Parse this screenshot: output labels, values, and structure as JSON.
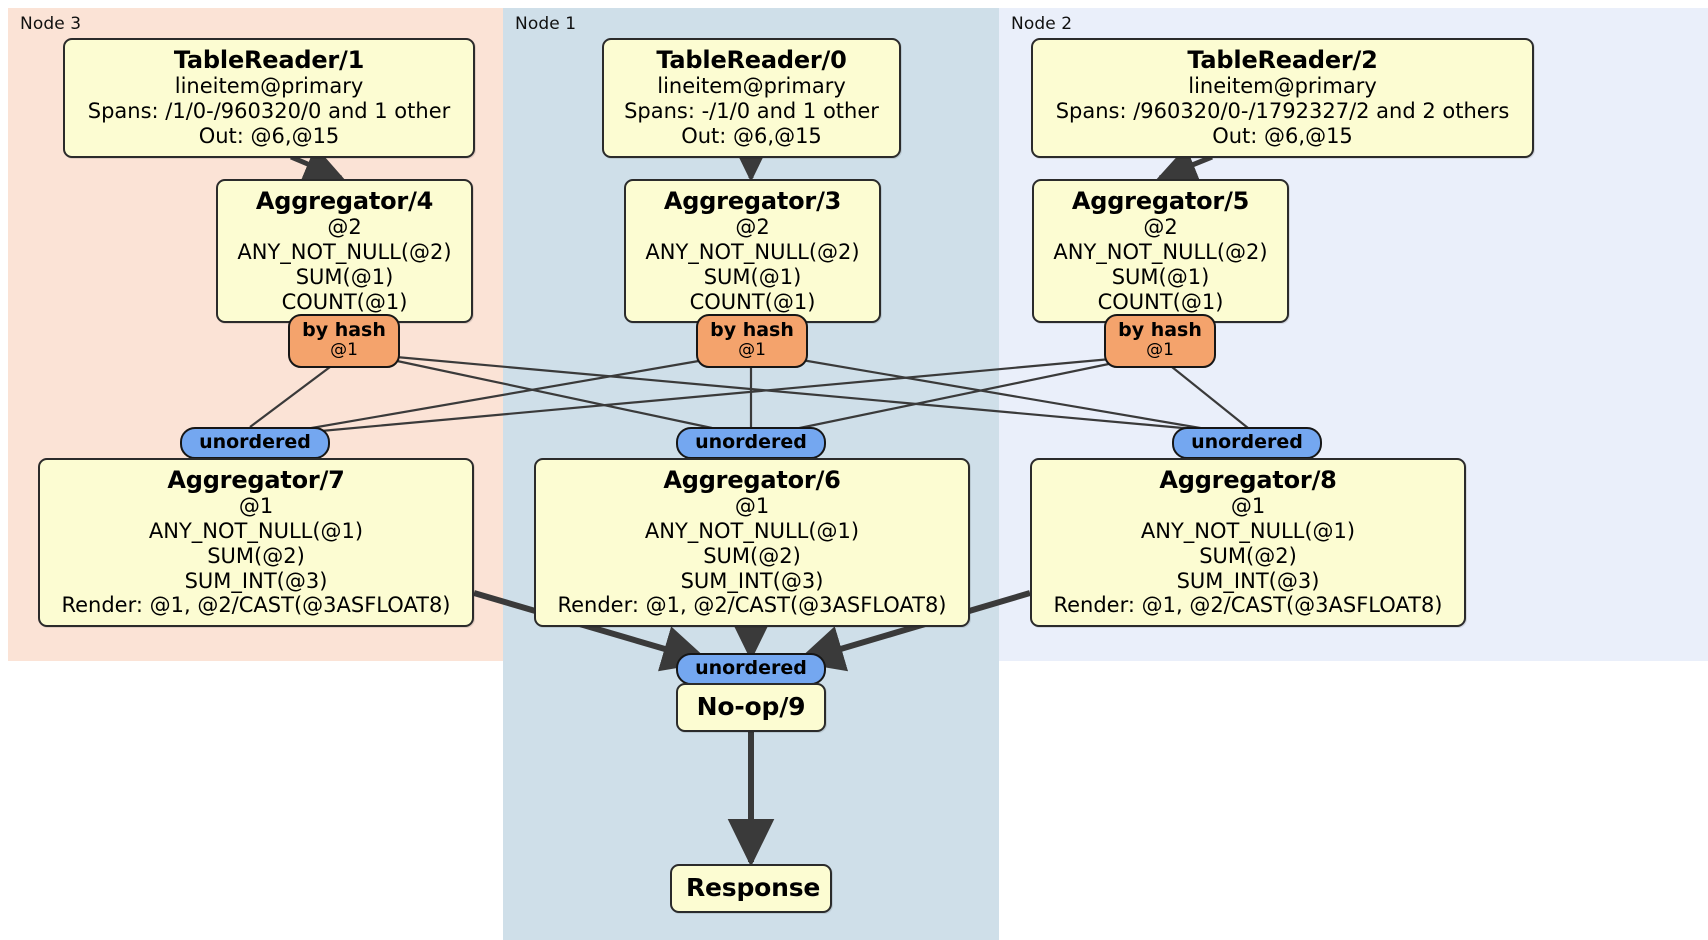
{
  "diagram": {
    "kind": "distributed-query-execution-plan",
    "background": "#ffffff"
  },
  "colors": {
    "node3_panel": "#fbe3d6",
    "node1_panel": "#cfdfe9",
    "node2_panel": "#eaeffa",
    "processor_fill": "#fcfcd2",
    "processor_border": "#2b2b2b",
    "hash_stage": "#f4a36c",
    "unordered_stage": "#74a7f0",
    "edge": "#3a3a3a"
  },
  "panels": [
    {
      "id": "node3",
      "label": "Node 3",
      "color": "#fbe3d6"
    },
    {
      "id": "node1",
      "label": "Node 1",
      "color": "#cfdfe9"
    },
    {
      "id": "node2",
      "label": "Node 2",
      "color": "#eaeffa"
    }
  ],
  "processors": {
    "table_reader_1": {
      "title": "TableReader/1",
      "lines": [
        "lineitem@primary",
        "Spans: /1/0-/960320/0 and 1 other",
        "Out: @6,@15"
      ]
    },
    "table_reader_0": {
      "title": "TableReader/0",
      "lines": [
        "lineitem@primary",
        "Spans: -/1/0 and 1 other",
        "Out: @6,@15"
      ]
    },
    "table_reader_2": {
      "title": "TableReader/2",
      "lines": [
        "lineitem@primary",
        "Spans: /960320/0-/1792327/2 and 2 others",
        "Out: @6,@15"
      ]
    },
    "aggregator_4": {
      "title": "Aggregator/4",
      "lines": [
        "@2",
        "ANY_NOT_NULL(@2)",
        "SUM(@1)",
        "COUNT(@1)"
      ]
    },
    "aggregator_3": {
      "title": "Aggregator/3",
      "lines": [
        "@2",
        "ANY_NOT_NULL(@2)",
        "SUM(@1)",
        "COUNT(@1)"
      ]
    },
    "aggregator_5": {
      "title": "Aggregator/5",
      "lines": [
        "@2",
        "ANY_NOT_NULL(@2)",
        "SUM(@1)",
        "COUNT(@1)"
      ]
    },
    "aggregator_7": {
      "title": "Aggregator/7",
      "lines": [
        "@1",
        "ANY_NOT_NULL(@1)",
        "SUM(@2)",
        "SUM_INT(@3)",
        "Render: @1, @2/CAST(@3ASFLOAT8)"
      ]
    },
    "aggregator_6": {
      "title": "Aggregator/6",
      "lines": [
        "@1",
        "ANY_NOT_NULL(@1)",
        "SUM(@2)",
        "SUM_INT(@3)",
        "Render: @1, @2/CAST(@3ASFLOAT8)"
      ]
    },
    "aggregator_8": {
      "title": "Aggregator/8",
      "lines": [
        "@1",
        "ANY_NOT_NULL(@1)",
        "SUM(@2)",
        "SUM_INT(@3)",
        "Render: @1, @2/CAST(@3ASFLOAT8)"
      ]
    },
    "noop_9": {
      "title": "No-op/9",
      "lines": []
    },
    "response": {
      "title": "Response",
      "lines": []
    }
  },
  "stages": {
    "hash_left": {
      "type": "by hash",
      "label": "by hash",
      "column": "@1"
    },
    "hash_mid": {
      "type": "by hash",
      "label": "by hash",
      "column": "@1"
    },
    "hash_right": {
      "type": "by hash",
      "label": "by hash",
      "column": "@1"
    },
    "unordered_left": {
      "type": "unordered",
      "label": "unordered"
    },
    "unordered_mid": {
      "type": "unordered",
      "label": "unordered"
    },
    "unordered_right": {
      "type": "unordered",
      "label": "unordered"
    },
    "unordered_final": {
      "type": "unordered",
      "label": "unordered"
    }
  }
}
